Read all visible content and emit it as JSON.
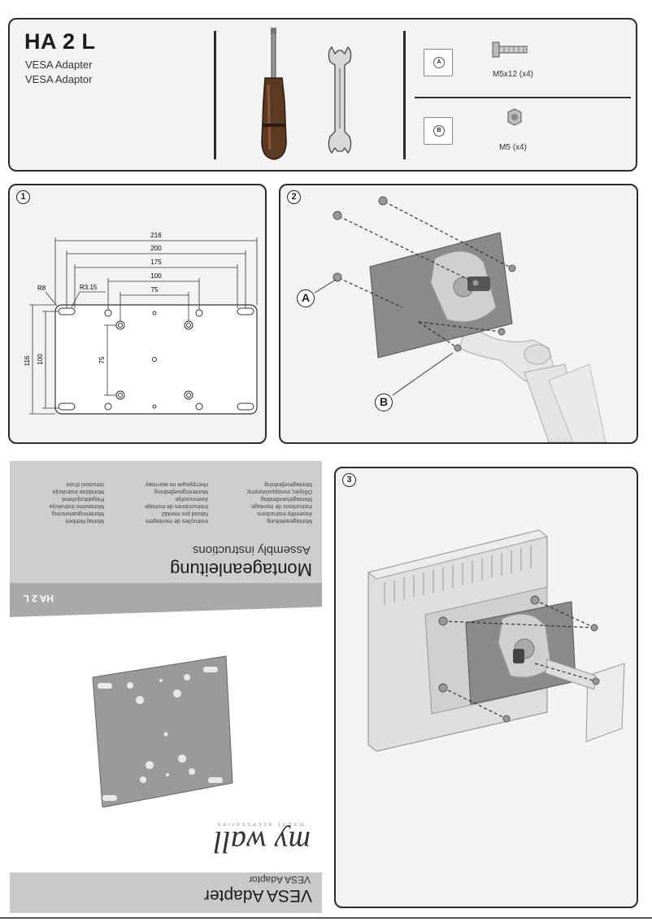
{
  "header": {
    "model": "HA 2 L",
    "line1": "VESA Adapter",
    "line2": "VESA Adaptor"
  },
  "parts": [
    {
      "bag": "A",
      "caption": "M5x12 (x4)"
    },
    {
      "bag": "B",
      "caption": "M5 (x4)"
    }
  ],
  "tools": [
    "screwdriver-icon",
    "wrench-icon"
  ],
  "step1": {
    "number": "1",
    "dims": {
      "d216": "216",
      "d200": "200",
      "d175": "175",
      "d100h": "100",
      "d75h": "75",
      "r8": "R8",
      "r315": "R3.15",
      "d116": "116",
      "d100v": "100",
      "d75v": "75"
    }
  },
  "step2": {
    "number": "2",
    "label_a": "A",
    "label_b": "B"
  },
  "step3": {
    "number": "3"
  },
  "cover": {
    "model": "HA 2 L",
    "title": "Montageanleitung",
    "subtitle": "Assembly instructions",
    "lang_col1": [
      "Montageanleitung",
      "Assembly instructions",
      "Instructions de montage",
      "Montagehandleiding",
      "Οδηγίες συναρμολόγησης",
      "Montagevejledning"
    ],
    "lang_col2": [
      "Instruções de montagem",
      "Návod pro montáž",
      "Instrucciones de montaje",
      "Asennusohje",
      "Monteringsvejledning",
      "Инструкция по монтажу"
    ],
    "lang_col3": [
      "Montaj Rehberi",
      "Monteringsanvisning",
      "Montavimo instrukcija",
      "Paigaldusjuhend",
      "Montāžas instrukcija",
      "Istruzioni d'uso"
    ],
    "brand": "my wall",
    "brand_tag": "mount accessories",
    "foot_title": "VESA Adapter",
    "foot_sub": "VESA Adaptor"
  }
}
